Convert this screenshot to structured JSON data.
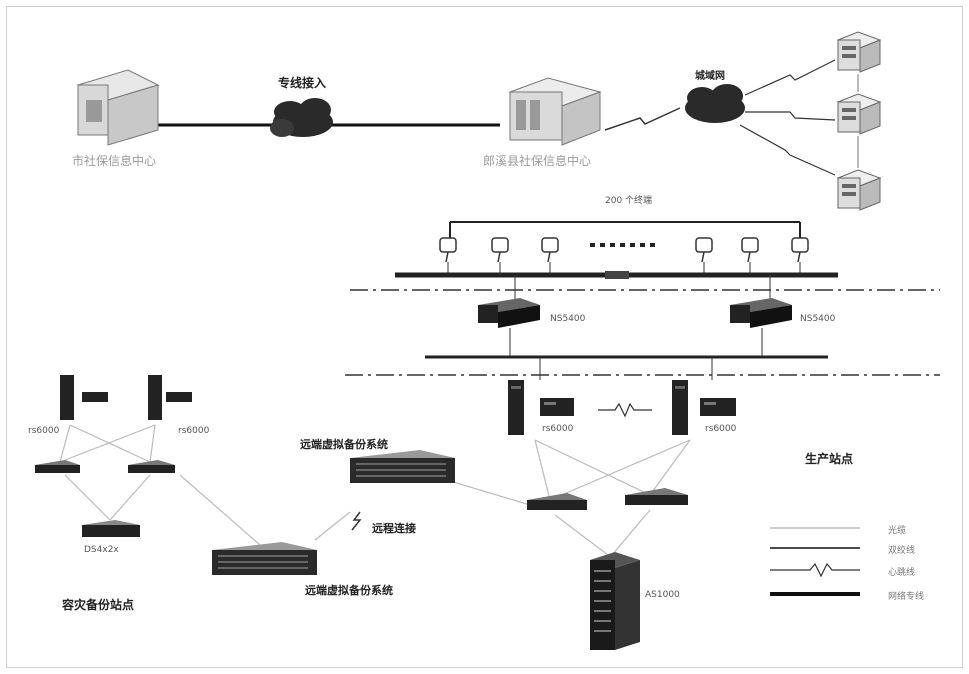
{
  "labels": {
    "dedicated_access": "专线接入",
    "city_center": "市社保信息中心",
    "district_center": "郎溪县社保信息中心",
    "wan": "城域网",
    "remote_link": "远程连接",
    "dr_system_top": "远端虚拟备份系统",
    "dr_system_bottom": "远端虚拟备份系统",
    "production_site": "生产站点",
    "backup_site": "容灾备份站点",
    "ns5400_left": "NS5400",
    "ns5400_right": "NS5400",
    "rs6000_left": "rs6000",
    "rs6000_right": "rs6000",
    "rs6000_backup_left": "rs6000",
    "rs6000_backup_right": "rs6000",
    "ds_backup": "DS4x2x",
    "storage": "AS1000",
    "pc_note": "200 个终端"
  },
  "legend": [
    {
      "label": "光缆",
      "icon": "fiber-line"
    },
    {
      "label": "双绞线",
      "icon": "twisted-pair-line"
    },
    {
      "label": "心跳线",
      "icon": "heartbeat-line"
    },
    {
      "label": "网络专线",
      "icon": "leased-line"
    }
  ]
}
